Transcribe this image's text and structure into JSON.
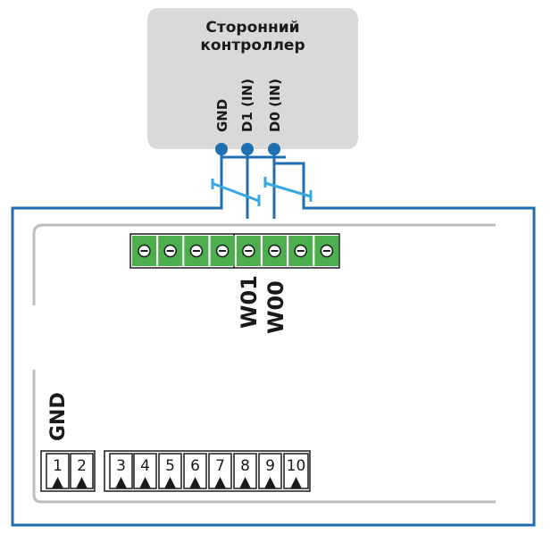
{
  "controller": {
    "title_line1": "Сторонний",
    "title_line2": "контроллер",
    "pins": [
      "GND",
      "D1 (IN)",
      "D0 (IN)"
    ]
  },
  "terminal_labels": {
    "w01": "W01",
    "w00": "W00"
  },
  "bottom_block": {
    "gnd_label": "GND",
    "pins": [
      "1",
      "2",
      "3",
      "4",
      "5",
      "6",
      "7",
      "8",
      "9",
      "10"
    ],
    "pin_marker": "▲"
  },
  "colors": {
    "wire": "#1f6fb2",
    "wire_light": "#3aa8e0",
    "controller_bg": "#d9d9d9",
    "terminal_green": "#4cae4c",
    "board_outline": "#1f6fb2",
    "inner_outline": "#bdbdbd"
  }
}
